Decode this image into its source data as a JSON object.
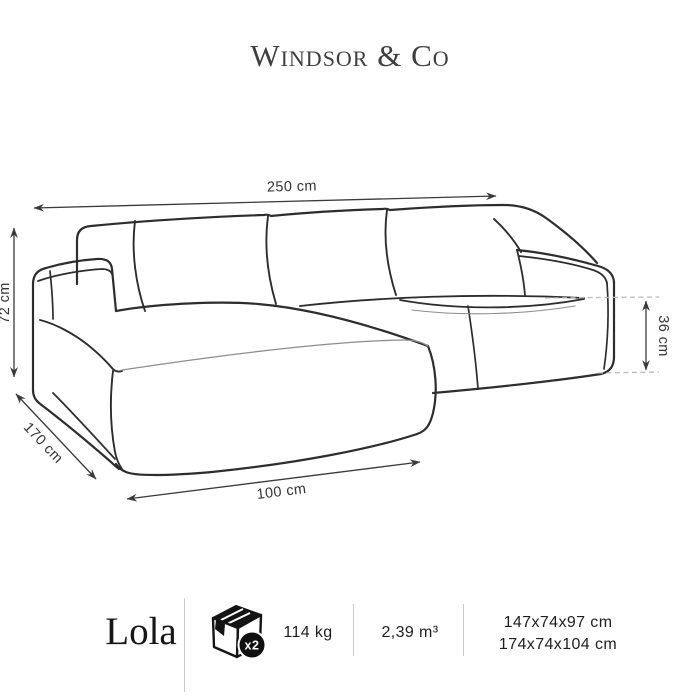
{
  "brand": "Windsor & Co",
  "product": {
    "name": "Lola"
  },
  "dimensions": {
    "total_width": "250 cm",
    "total_height": "72 cm",
    "seat_height": "36 cm",
    "depth": "170 cm",
    "chaise_width": "100 cm"
  },
  "specs": {
    "package_count": "x2",
    "weight": "114 kg",
    "volume": "2,39 m³",
    "box_size_1": "147x74x97 cm",
    "box_size_2": "174x74x104 cm"
  },
  "icons": {
    "packages": "package-box-icon"
  },
  "colors": {
    "background": "#ffffff",
    "sofa_line": "#2d2d2d",
    "dimension_line": "#3a3a3a",
    "faint_seam": "#8c8c8c",
    "dashed_guide": "#bbbbbb",
    "divider": "#cbcbcb",
    "text": "#1e1e1e",
    "brand_text": "#3e3e3e",
    "badge_fill": "#101010"
  }
}
